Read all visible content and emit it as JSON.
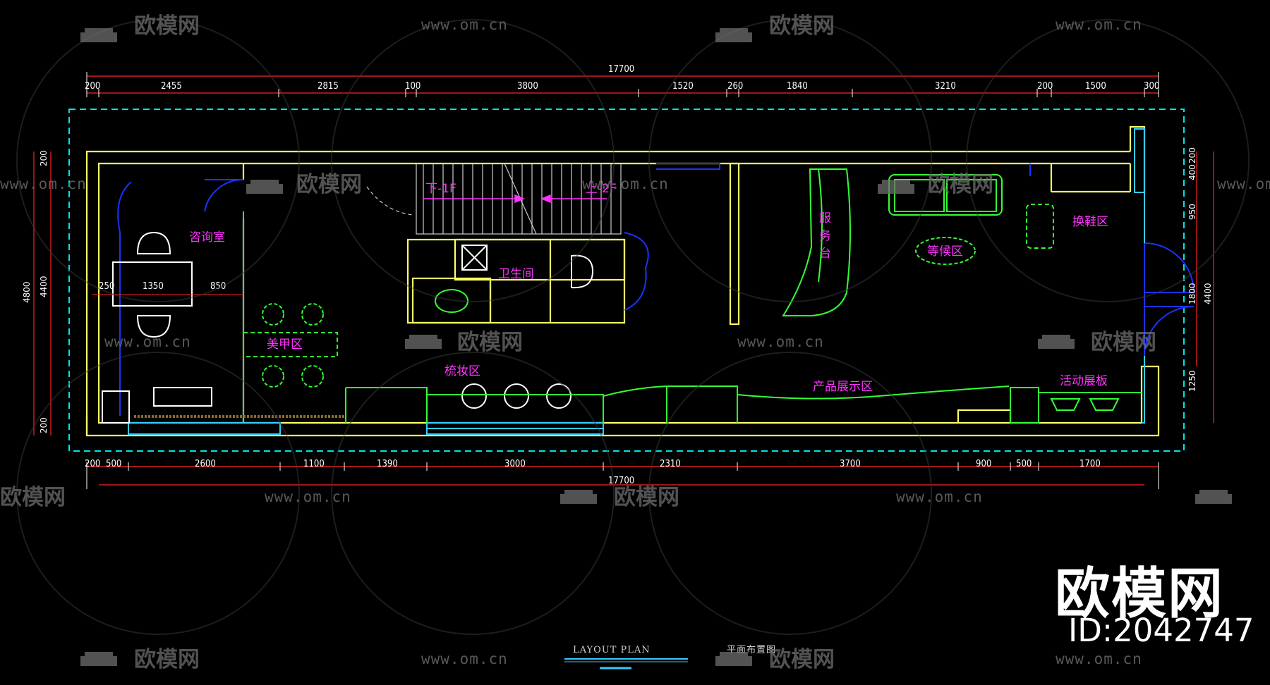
{
  "drawing": {
    "total_width_top": "17700",
    "total_width_bottom": "17700",
    "top_dims": [
      "200",
      "2455",
      "2815",
      "100",
      "3800",
      "1520",
      "260",
      "1840",
      "3210",
      "200",
      "1500",
      "300"
    ],
    "bottom_dims": [
      "200",
      "500",
      "2600",
      "1100",
      "1390",
      "3000",
      "2310",
      "3700",
      "900",
      "500",
      "1700"
    ],
    "left_dims": [
      "200",
      "4800",
      "4400",
      "200"
    ],
    "right_dims": [
      "400",
      "200",
      "950",
      "1800",
      "4400",
      "1250"
    ],
    "table_dims": [
      "250",
      "1350",
      "850"
    ],
    "stair_label_left": "下-1F",
    "stair_label_right": "上-2F"
  },
  "rooms": {
    "consult": "咨询室",
    "nail": "美甲区",
    "restroom": "卫生间",
    "service_1": "服",
    "service_2": "务",
    "service_3": "台",
    "waiting": "等候区",
    "shoe": "换鞋区",
    "makeup": "梳妆区",
    "product": "产品展示区",
    "activity": "活动展板"
  },
  "title": {
    "en": "LAYOUT  PLAN",
    "cn": "平面布置图"
  },
  "watermark": {
    "brand": "欧模网",
    "url": "www.om.cn",
    "id": "ID:2042747",
    "icon": "sofa-logo-icon"
  },
  "colors": {
    "background": "#000000",
    "wall": "#ffff66",
    "furniture": "#33ff33",
    "glass": "#33ccff",
    "door": "#1a33ff",
    "dimension": "#ff2222",
    "label": "#ff33ff",
    "boundary": "#00e5e5"
  }
}
